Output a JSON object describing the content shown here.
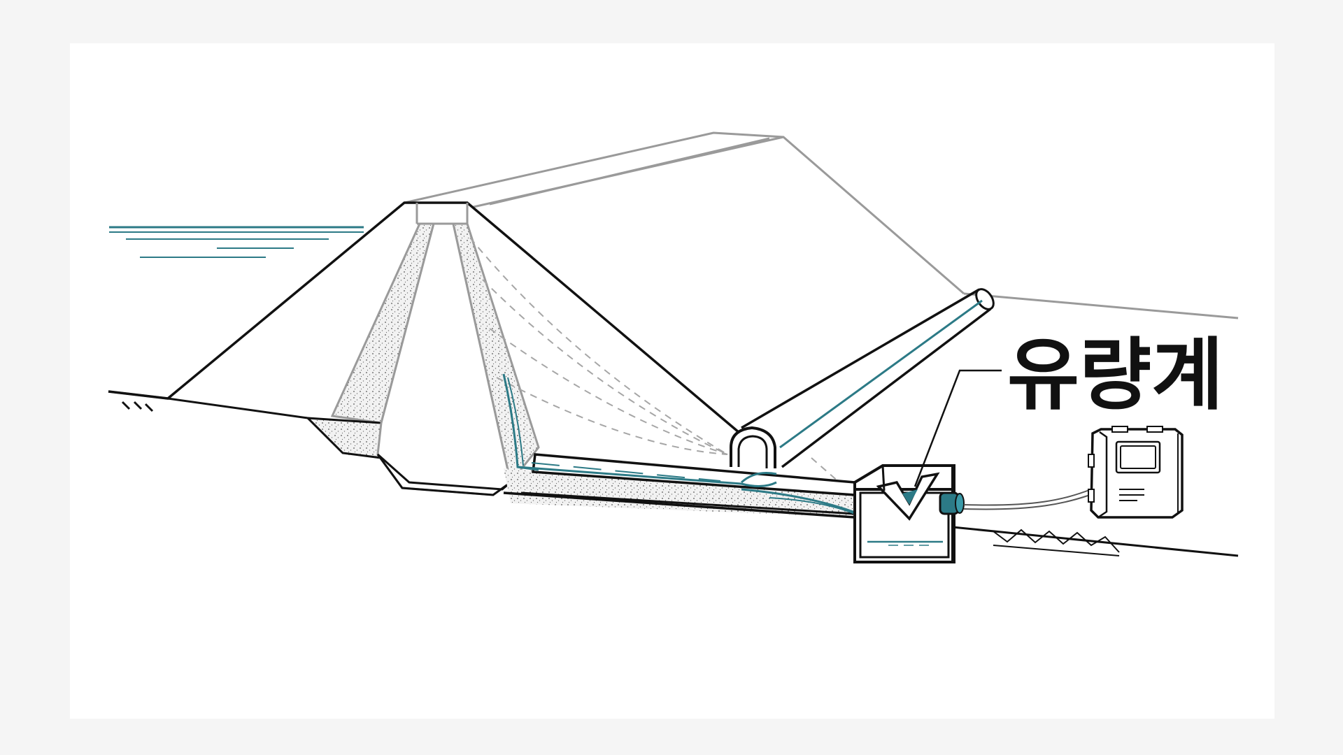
{
  "diagram": {
    "type": "dam-seepage-flow-measurement",
    "callout": {
      "label": "유량계"
    },
    "colors": {
      "background": "#f5f5f5",
      "line": "#111111",
      "gray_line": "#9a9a9a",
      "dashed_line": "#a6a6a6",
      "water": "#2c7a86",
      "fill_white": "#ffffff",
      "gravel": "#e8e8e8"
    },
    "icons": [
      "dam-body",
      "impervious-core",
      "filter-zone",
      "reservoir-water",
      "seepage-lines",
      "drain-pipe",
      "collector-pipe",
      "v-notch-weir",
      "water-level-sensor",
      "data-logger"
    ]
  }
}
